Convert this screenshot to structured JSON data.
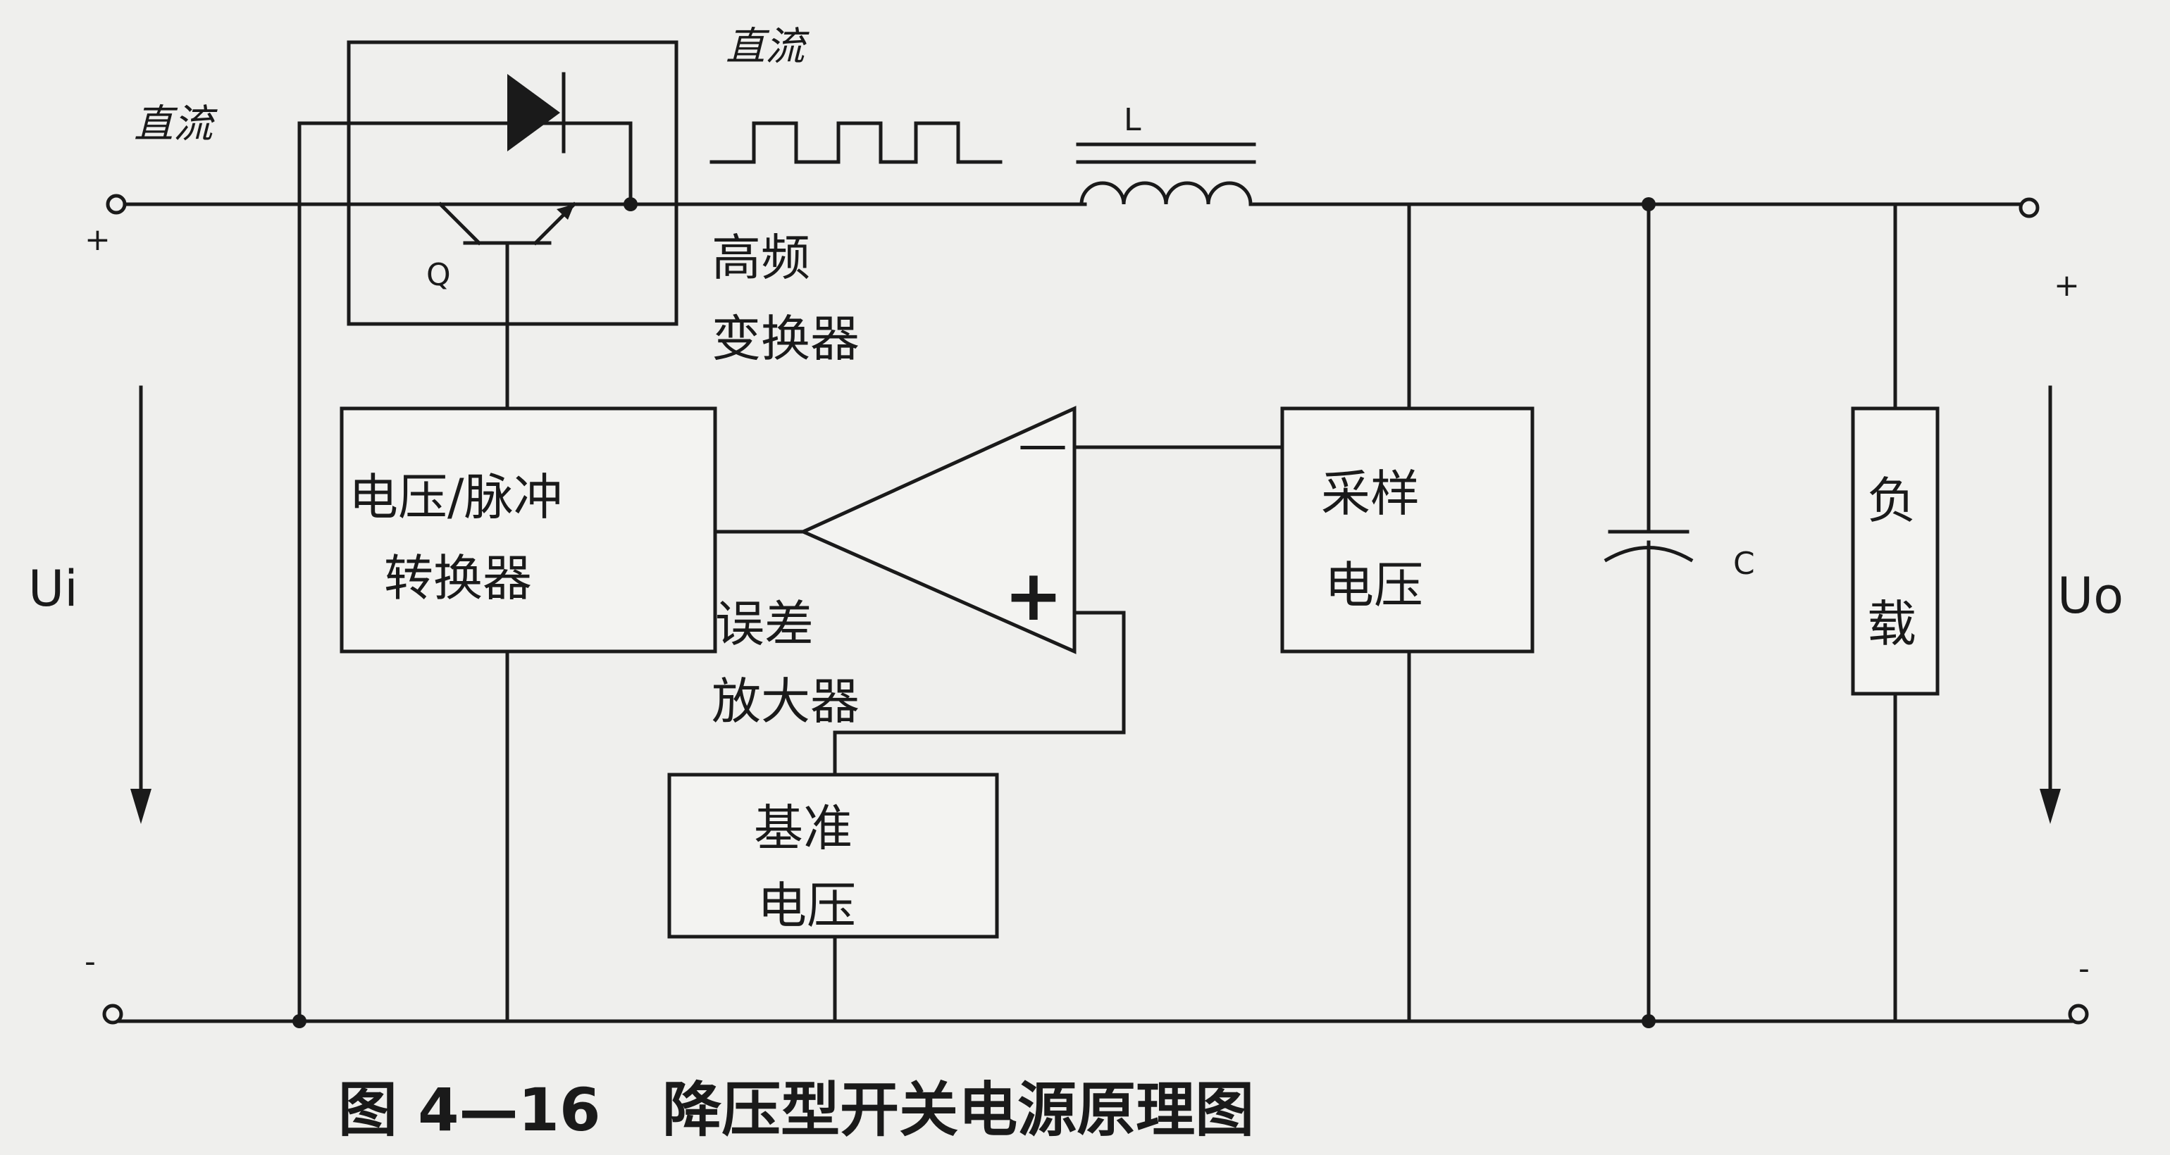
{
  "labels": {
    "dc_left": "直流",
    "dc_top": "直流",
    "switch_label": "Q",
    "plus_in": "+",
    "minus_in": "-",
    "hf_converter_line1": "高频",
    "hf_converter_line2": "变换器",
    "inductor": "L",
    "pwm_line1": "电压/脉冲",
    "pwm_line2": "转换器",
    "error_amp_line1": "误差",
    "error_amp_line2": "放大器",
    "opamp_minus": "—",
    "opamp_plus": "+",
    "reference_line1": "基准",
    "reference_line2": "电压",
    "sampling_line1": "采样",
    "sampling_line2": "电压",
    "capacitor": "C",
    "load_line1": "负",
    "load_line2": "载",
    "ui": "Ui",
    "uo": "Uo",
    "plus_out": "+",
    "minus_out": "-"
  },
  "caption": "图 4—16   降压型开关电源原理图"
}
